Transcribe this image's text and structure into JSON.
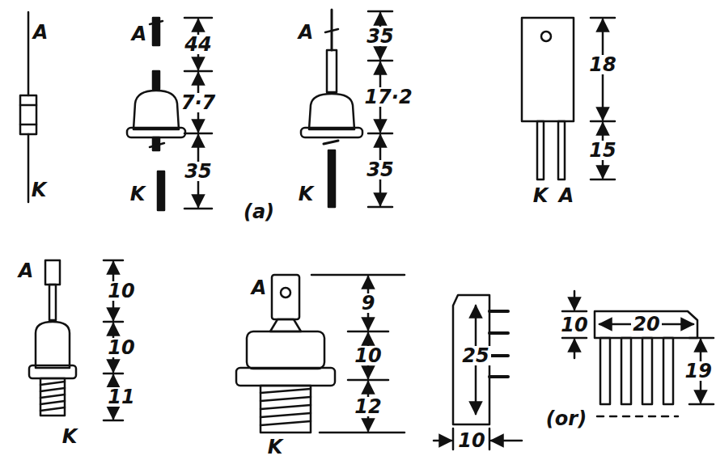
{
  "diagram": {
    "labels": [
      "A",
      "K",
      "A",
      "44",
      "7·7",
      "35",
      "K",
      "A",
      "35",
      "17·2",
      "35",
      "K",
      "18",
      "15",
      "K",
      "A",
      "(a)",
      "A",
      "10",
      "10",
      "11",
      "K",
      "A",
      "9",
      "10",
      "12",
      "K",
      "10",
      "20",
      "25",
      "(or)",
      "10",
      "19"
    ]
  }
}
